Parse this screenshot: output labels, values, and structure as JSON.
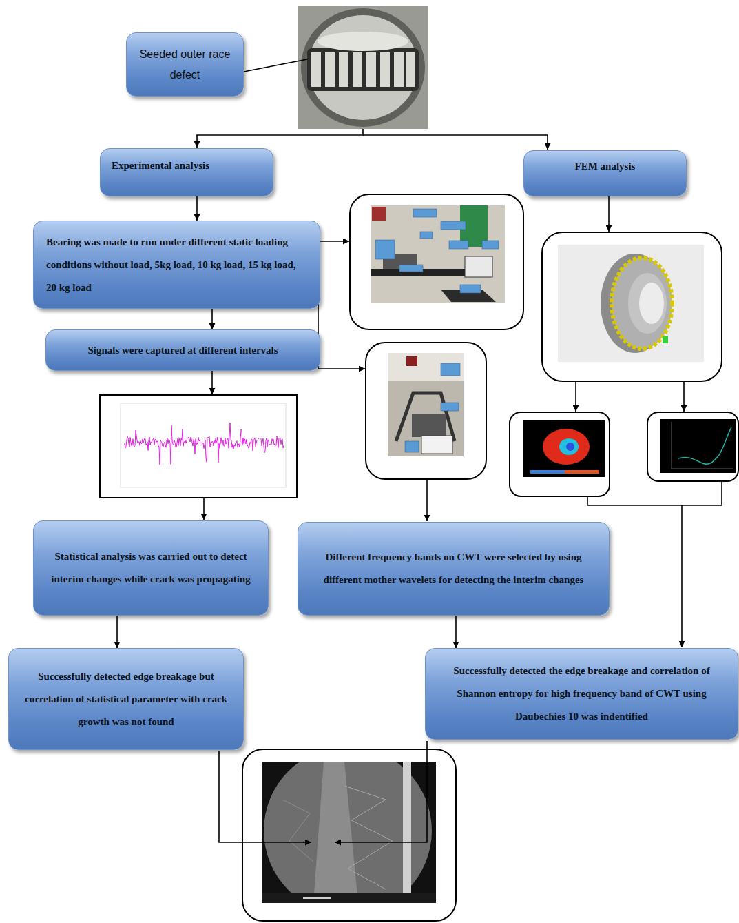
{
  "diagram": {
    "nodes": [
      {
        "text": [
          "Seeded outer race defect"
        ]
      },
      {
        "text": [
          "Experimental analysis"
        ]
      },
      {
        "text": [
          "FEM analysis"
        ]
      },
      {
        "text": [
          "Bearing was made to run under different static loading conditions without load, 5kg load, 10 kg load, 15 kg load, 20 kg load"
        ]
      },
      {
        "text": [
          "Signals were captured at different intervals"
        ]
      },
      {
        "text": [
          "Statistical analysis was carried out to detect interim changes while crack was propagating"
        ]
      },
      {
        "text": [
          "Different frequency bands on CWT were selected by using different mother wavelets for detecting the interim changes"
        ]
      },
      {
        "text": [
          "Successfully detected edge breakage but correlation of statistical parameter with crack growth was not found"
        ]
      },
      {
        "text": [
          "Successfully detected the edge breakage and correlation of Shannon entropy for high frequency band of CWT using Daubechies 10 was indentified"
        ]
      }
    ],
    "edges": [
      {
        "from": 1,
        "to": 3,
        "arrow": "to"
      },
      {
        "from": 3,
        "to": 4,
        "arrow": "to"
      },
      {
        "from": 5,
        "to": 7,
        "arrow": "to"
      },
      {
        "from": 6,
        "to": 8,
        "arrow": "to"
      }
    ]
  }
}
